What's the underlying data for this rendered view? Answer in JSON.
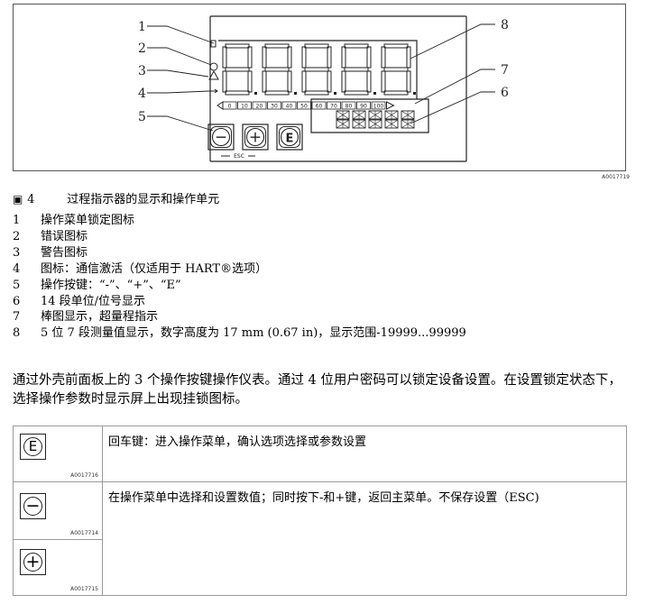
{
  "figure": {
    "callouts": [
      "1",
      "2",
      "3",
      "4",
      "5",
      "8",
      "7",
      "6"
    ],
    "bargraph_ticks": [
      "0",
      "10",
      "20",
      "30",
      "40",
      "50",
      "60",
      "70",
      "80",
      "90",
      "100"
    ],
    "esc_label": "ESC",
    "key_labels": {
      "minus": "−",
      "plus": "+",
      "e": "E"
    },
    "id": "A0017719"
  },
  "caption": {
    "icon": "figure-icon",
    "number": "4",
    "title": "过程指示器的显示和操作单元"
  },
  "legend": [
    {
      "num": "1",
      "text": "操作菜单锁定图标"
    },
    {
      "num": "2",
      "text": "错误图标"
    },
    {
      "num": "3",
      "text": "警告图标"
    },
    {
      "num": "4",
      "text": "图标：通信激活（仅适用于 HART®选项）"
    },
    {
      "num": "5",
      "text": "操作按键：“-”、“+”、“E”"
    },
    {
      "num": "6",
      "text": "14 段单位/位号显示"
    },
    {
      "num": "7",
      "text": "棒图显示，超量程指示"
    },
    {
      "num": "8",
      "text": "5 位 7 段测量值显示，数字高度为 17 mm (0.67 in)，显示范围-19999...99999"
    }
  ],
  "paragraph": "通过外壳前面板上的 3 个操作按键操作仪表。通过 4 位用户密码可以锁定设备设置。在设置锁定状态下，选择操作参数时显示屏上出现挂锁图标。",
  "keys_table": {
    "enter": {
      "glyph": "E",
      "id": "A0017716",
      "description": "回车键：进入操作菜单，确认选项选择或参数设置"
    },
    "minus": {
      "glyph": "−",
      "id": "A0017714"
    },
    "plus": {
      "glyph": "+",
      "id": "A0017715"
    },
    "minus_plus_description": "在操作菜单中选择和设置数值；同时按下-和+键，返回主菜单。不保存设置（ESC)"
  }
}
